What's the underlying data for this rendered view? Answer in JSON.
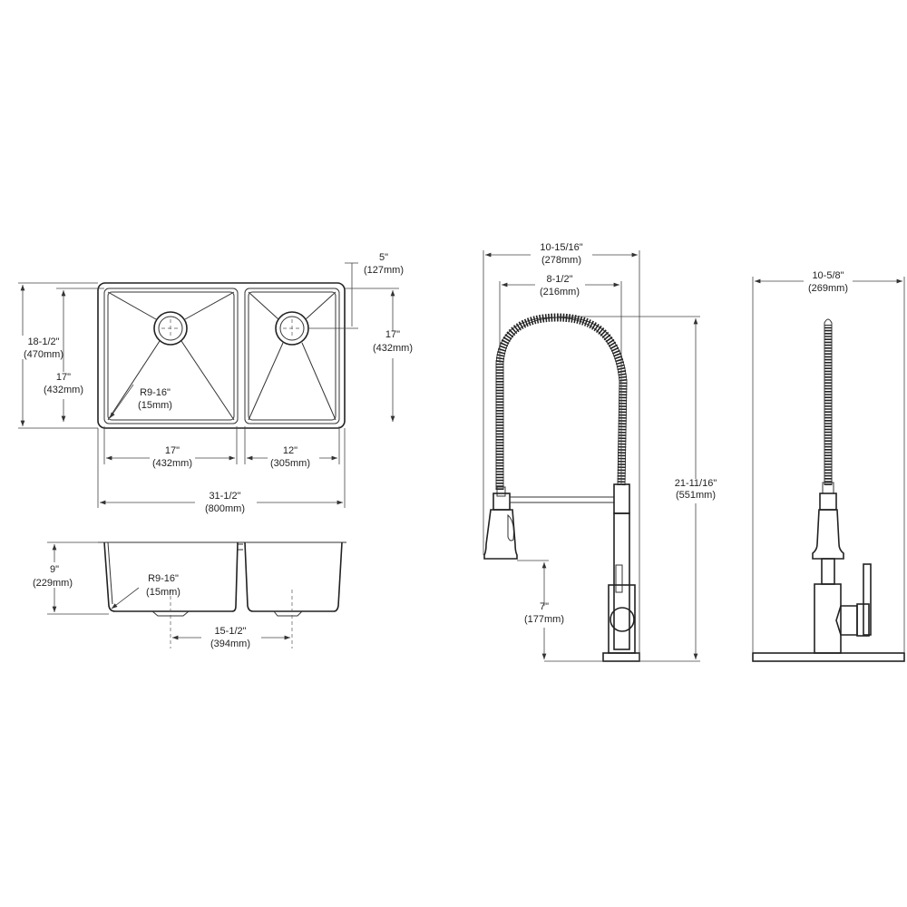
{
  "sink_plan": {
    "overall_depth": {
      "in": "18-1/2\"",
      "mm": "(470mm)"
    },
    "bowl_depth_left": {
      "in": "17\"",
      "mm": "(432mm)"
    },
    "corner_radius": {
      "in": "R9-16\"",
      "mm": "(15mm)"
    },
    "drain_offset": {
      "in": "5\"",
      "mm": "(127mm)"
    },
    "bowl_depth_right": {
      "in": "17\"",
      "mm": "(432mm)"
    },
    "left_bowl_width": {
      "in": "17\"",
      "mm": "(432mm)"
    },
    "right_bowl_width": {
      "in": "12\"",
      "mm": "(305mm)"
    },
    "overall_width": {
      "in": "31-1/2\"",
      "mm": "(800mm)"
    }
  },
  "sink_section": {
    "bowl_height": {
      "in": "9\"",
      "mm": "(229mm)"
    },
    "corner_radius": {
      "in": "R9-16\"",
      "mm": "(15mm)"
    },
    "drain_spacing": {
      "in": "15-1/2\"",
      "mm": "(394mm)"
    }
  },
  "faucet_front": {
    "overall_reach": {
      "in": "10-15/16\"",
      "mm": "(278mm)"
    },
    "spout_reach": {
      "in": "8-1/2\"",
      "mm": "(216mm)"
    },
    "overall_height": {
      "in": "21-11/16\"",
      "mm": "(551mm)"
    },
    "spout_clearance": {
      "in": "7\"",
      "mm": "(177mm)"
    }
  },
  "faucet_side": {
    "overall_depth": {
      "in": "10-5/8\"",
      "mm": "(269mm)"
    }
  }
}
